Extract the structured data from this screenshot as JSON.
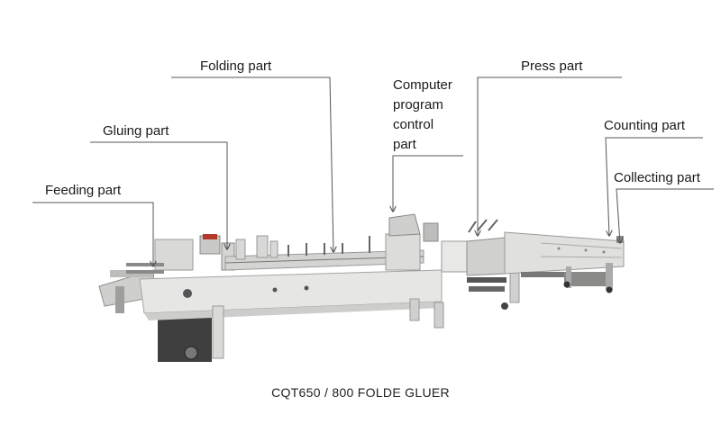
{
  "labels": {
    "folding": "Folding part",
    "gluing": "Gluing part",
    "feeding": "Feeding part",
    "computer_1": "Computer",
    "computer_2": "program",
    "computer_3": "control",
    "computer_4": "part",
    "press": "Press part",
    "counting": "Counting part",
    "collecting": "Collecting part"
  },
  "caption": "CQT650 / 800 FOLDE GLUER",
  "colors": {
    "machine_body": "#e4e4e2",
    "machine_shadow": "#bdbdbb",
    "machine_dark": "#4a4a4a",
    "leader_line": "#555555",
    "accent_red": "#b33a2a"
  }
}
